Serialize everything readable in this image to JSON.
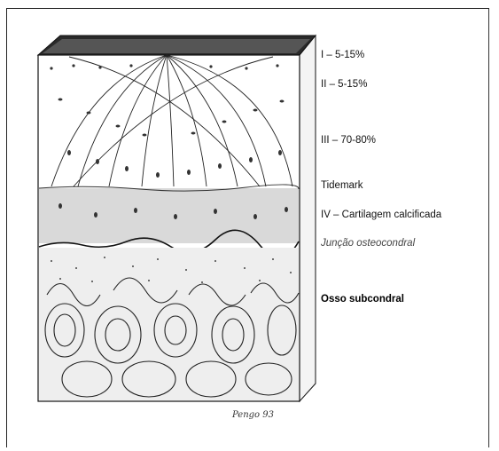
{
  "labels": {
    "zone1": "I – 5-15%",
    "zone2": "II – 5-15%",
    "zone3": "III – 70-80%",
    "tidemark": "Tidemark",
    "zone4": "IV – Cartilagem calcificada",
    "junction": "Junção osteocondral",
    "bone": "Osso subcondral"
  },
  "signature": "Pengo 93",
  "colors": {
    "ink": "#1a1a1a",
    "calcified_band": "#d9d9d9",
    "background": "#ffffff"
  }
}
